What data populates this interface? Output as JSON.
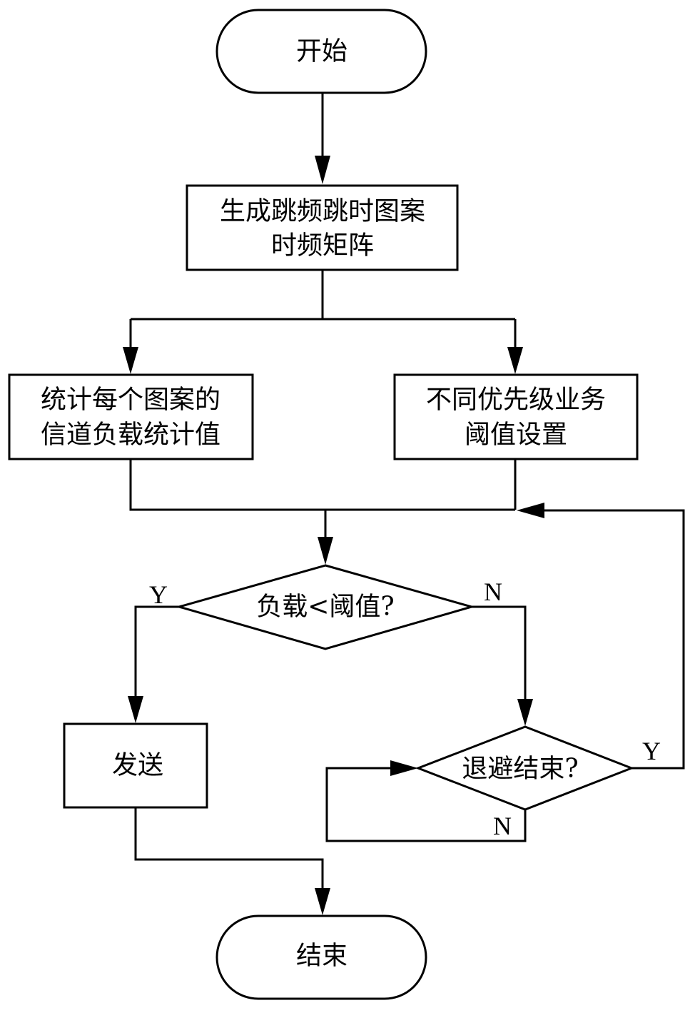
{
  "flowchart": {
    "start": "开始",
    "generate": {
      "line1": "生成跳频跳时图案",
      "line2": "时频矩阵"
    },
    "statistics": {
      "line1": "统计每个图案的",
      "line2": "信道负载统计值"
    },
    "threshold": {
      "line1": "不同优先级业务",
      "line2": "阈值设置"
    },
    "load_check": "负载<阈值?",
    "send": "发送",
    "backoff_check": "退避结束?",
    "end": "结束",
    "branch_labels": {
      "load_yes": "Y",
      "load_no": "N",
      "backoff_yes": "Y",
      "backoff_no": "N"
    }
  }
}
